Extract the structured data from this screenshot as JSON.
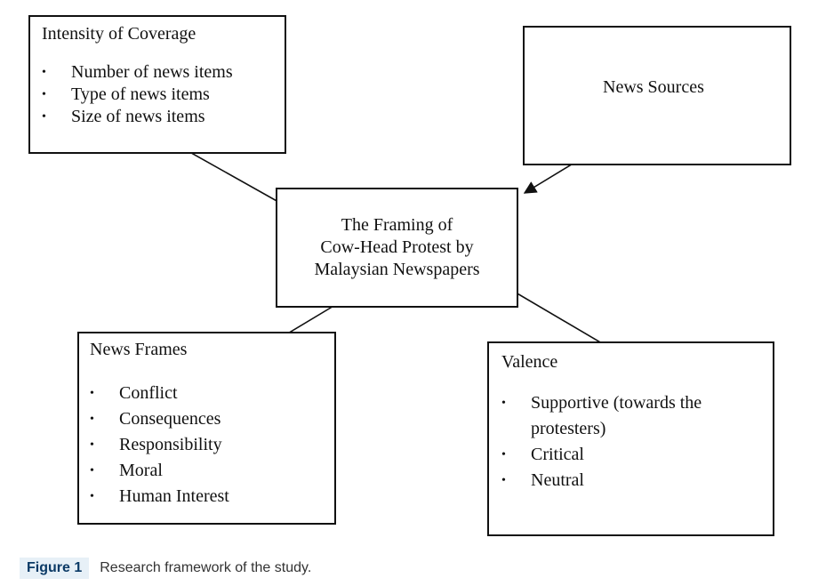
{
  "intensity": {
    "title": "Intensity of Coverage",
    "items": [
      "Number of news items",
      "Type of news items",
      "Size of news items"
    ]
  },
  "sources": {
    "title": "News Sources"
  },
  "center": {
    "lines": [
      "The Framing of",
      "Cow-Head Protest by",
      "Malaysian Newspapers"
    ]
  },
  "frames": {
    "title": "News Frames",
    "items": [
      "Conflict",
      "Consequences",
      "Responsibility",
      "Moral",
      "Human Interest"
    ]
  },
  "valence": {
    "title": "Valence",
    "items": [
      "Supportive (towards the",
      "protesters)",
      "Critical",
      "Neutral"
    ]
  },
  "caption": {
    "label": "Figure 1",
    "text": "Research framework of the study."
  }
}
